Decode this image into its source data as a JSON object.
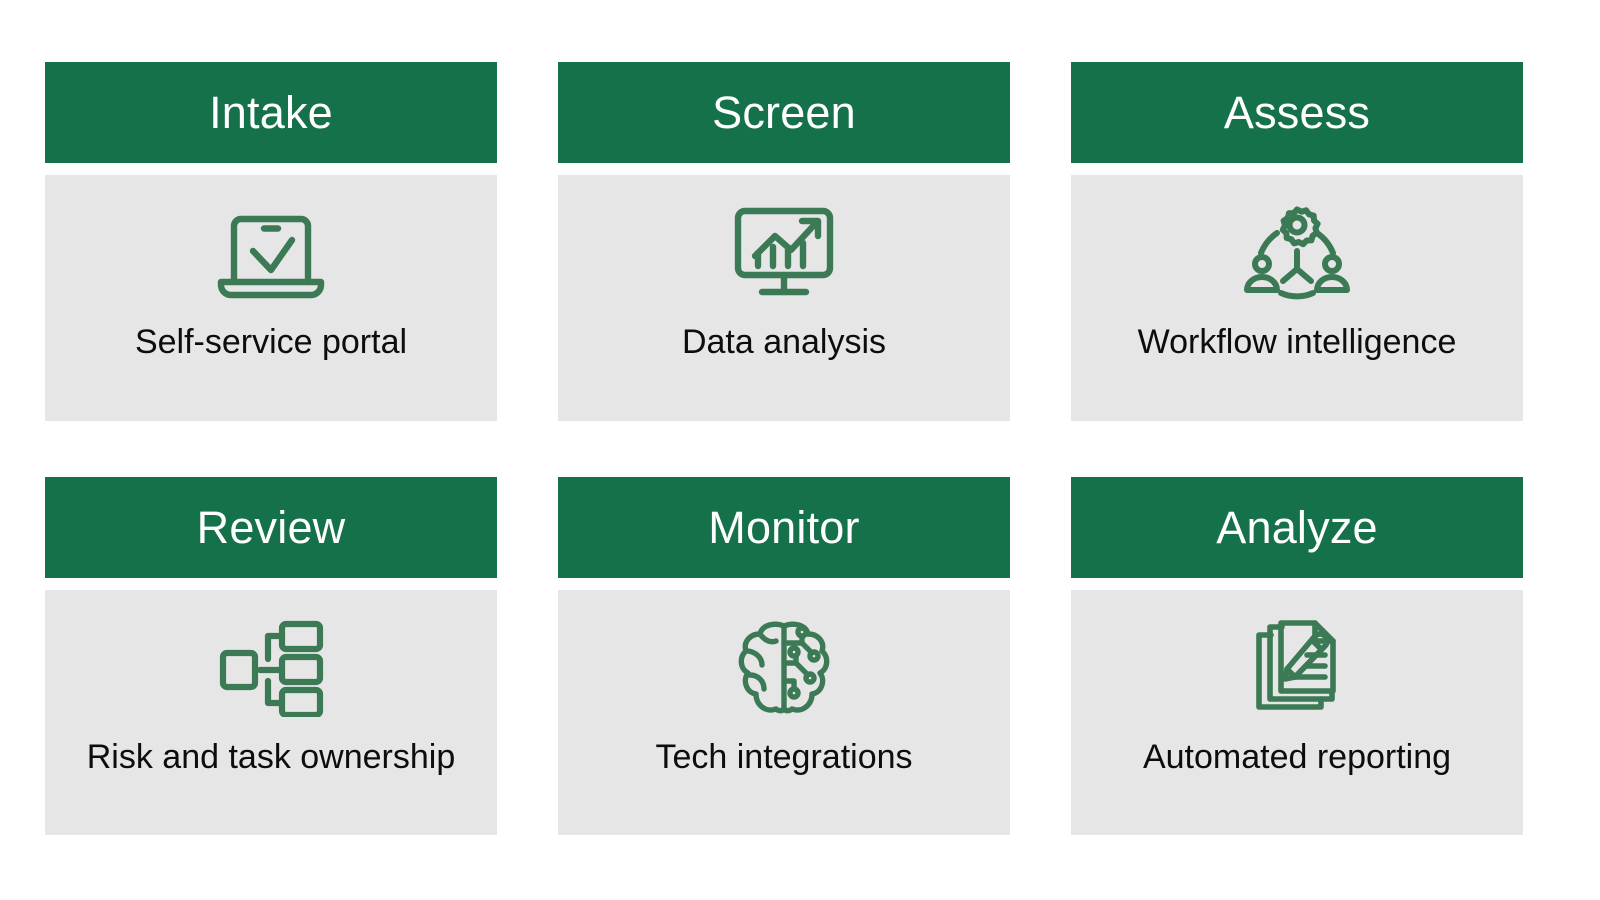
{
  "theme": {
    "header_color": "#15714a",
    "body_color": "#e6e6e6",
    "title_color": "#ffffff",
    "caption_color": "#0d0d0d",
    "icon_color": "#3c7a56",
    "page_background": "#ffffff"
  },
  "cards": [
    {
      "title": "Intake",
      "caption": "Self-service portal",
      "icon": "laptop-check-icon"
    },
    {
      "title": "Screen",
      "caption": "Data analysis",
      "icon": "monitor-chart-icon"
    },
    {
      "title": "Assess",
      "caption": "Workflow intelligence",
      "icon": "workflow-people-gear-icon"
    },
    {
      "title": "Review",
      "caption": "Risk and task ownership",
      "icon": "hierarchy-boxes-icon"
    },
    {
      "title": "Monitor",
      "caption": "Tech integrations",
      "icon": "brain-circuit-icon"
    },
    {
      "title": "Analyze",
      "caption": "Automated reporting",
      "icon": "documents-pencil-icon"
    }
  ]
}
